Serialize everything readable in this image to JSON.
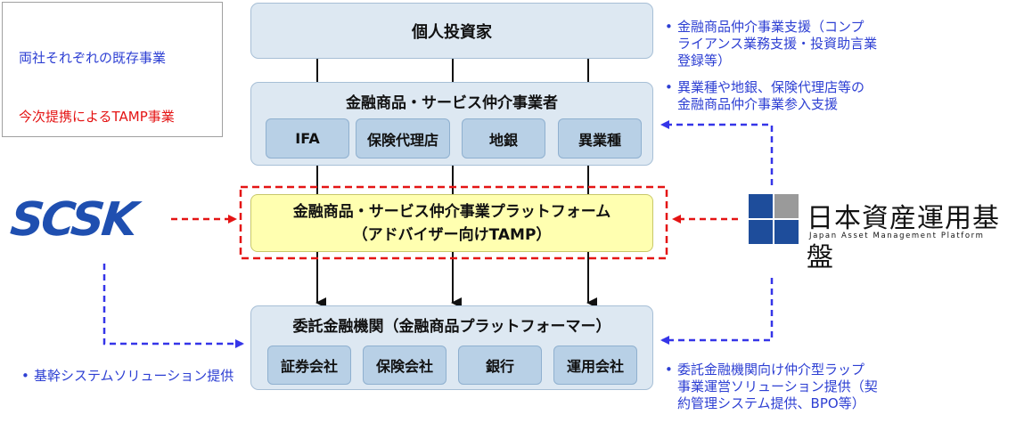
{
  "legend": {
    "existing_label": "両社それぞれの既存事業",
    "tamp_label": "今次提携によるTAMP事業",
    "existing_color": "#3535e8",
    "tamp_color": "#e41414"
  },
  "investor": {
    "title": "個人投資家"
  },
  "intermediary": {
    "title": "金融商品・サービス仲介事業者",
    "items": [
      "IFA",
      "保険代理店",
      "地銀",
      "異業種"
    ]
  },
  "platform": {
    "line1": "金融商品・サービス仲介事業プラットフォーム",
    "line2": "（アドバイザー向けTAMP）"
  },
  "consignment": {
    "title": "委託金融機関（金融商品プラットフォーマー）",
    "items": [
      "証券会社",
      "保険会社",
      "銀行",
      "運用会社"
    ]
  },
  "scsk": {
    "logo_text": "SCSK"
  },
  "jamp": {
    "name": "日本資産運用基盤",
    "sub": "Japan Asset Management Platform",
    "logo_color": "#1e4d9b"
  },
  "notes": {
    "right_top_1": [
      "金融商品仲介事業支援（コンプ",
      "ライアンス業務支援・投資助言業",
      "登録等）"
    ],
    "right_top_2": [
      "異業種や地銀、保険代理店等の",
      "金融商品仲介事業参入支援"
    ],
    "right_bottom": [
      "委託金融機関向け仲介型ラップ",
      "事業運営ソリューション提供（契",
      "約管理システム提供、BPO等）"
    ],
    "left_bottom": "基幹システムソリューション提供",
    "bullet": "•"
  }
}
